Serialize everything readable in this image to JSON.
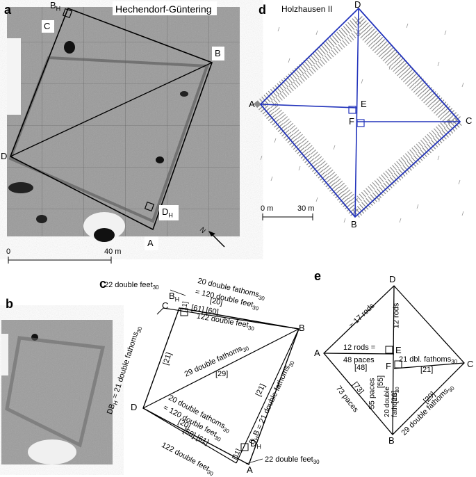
{
  "panels": {
    "a": {
      "letter": "a",
      "title": "Hechendorf-Güntering",
      "points": {
        "B_H": "B",
        "C": "C",
        "B": "B",
        "D": "D",
        "D_H": "D",
        "A": "A"
      },
      "subscripts": {
        "B_H": "H",
        "D_H": "H"
      },
      "scale": {
        "start": "0",
        "end": "40 m"
      }
    },
    "b": {
      "letter": "b"
    },
    "c": {
      "letter": "c",
      "points": {
        "B_H": "B",
        "C": "C",
        "B": "B",
        "D": "D",
        "D_H": "D",
        "A": "A"
      },
      "subscripts": {
        "B_H": "H",
        "D_H": "H"
      },
      "labels": {
        "top_fathoms_1": "20 double fathoms",
        "top_fathoms_2": "= 120 double feet",
        "top_bracket": "[20]",
        "feet_top": "22 double feet",
        "feet_top_brackets_1": "[11]",
        "feet_top_brackets_2": "[61] [60]",
        "cb_feet": "122 double feet",
        "db_h": "DB",
        "db_h_rest": " = 21 double fathoms",
        "left_bracket": "[21]",
        "diag": "29 double fathoms",
        "diag_bracket": "[29]",
        "right_bracket": "[21]",
        "dhb": "D",
        "dhb_rest": "B = 21 double fathoms",
        "bottom_fathoms_1": "20 double fathoms",
        "bottom_fathoms_2": "= 120 double feet",
        "bottom_bracket": "[20]",
        "bottom_brackets_2": "[60] [61]",
        "da_feet": "122 double feet",
        "bottom_right_bracket": "[11]",
        "feet_bottom": "22 double feet",
        "sub30": "30"
      }
    },
    "d": {
      "letter": "d",
      "title": "Holzhausen II",
      "points": {
        "D": "D",
        "A": "A",
        "E": "E",
        "F": "F",
        "C": "C",
        "B": "B"
      },
      "scale": {
        "start": "0 m",
        "end": "30 m"
      }
    },
    "e": {
      "letter": "e",
      "points": {
        "D": "D",
        "A": "A",
        "E": "E",
        "F": "F",
        "C": "C",
        "B": "B"
      },
      "labels": {
        "rods17": "≈ 17 rods",
        "rods12_v": "12 rods",
        "rods12_h": "12 rods =",
        "paces48": "48 paces",
        "br48": "[48]",
        "fathoms21": "21 dbl. fathoms",
        "br21": "[21]",
        "br73": "[73]",
        "paces73": "73 paces",
        "paces55": "55 paces",
        "br55": "[55]",
        "br20": "[20]",
        "dbl20_1": "20 double",
        "dbl20_2": "fathoms",
        "br29": "[29]",
        "fathoms29": "29 double fathoms",
        "sub30": "30"
      }
    }
  },
  "colors": {
    "outline_blue": "#2233bb",
    "ink": "#111111"
  }
}
